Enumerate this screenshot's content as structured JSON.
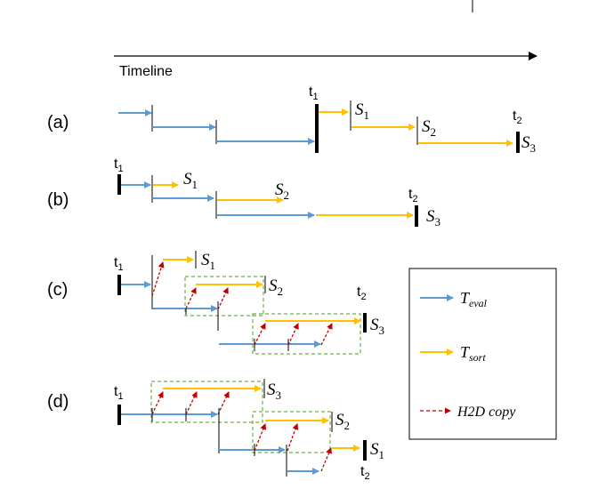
{
  "timeline": {
    "label": "Timeline"
  },
  "panels": {
    "a": {
      "label": "(a)"
    },
    "b": {
      "label": "(b)"
    },
    "c": {
      "label": "(c)"
    },
    "d": {
      "label": "(d)"
    }
  },
  "marks": {
    "t": "t",
    "t1_sub": "1",
    "t2_sub": "2",
    "s": "S",
    "s1_sub": "1",
    "s2_sub": "2",
    "s3_sub": "3"
  },
  "legend": {
    "eval": {
      "main": "T",
      "sub": "eval",
      "color": "#5B9BD5"
    },
    "sort": {
      "main": "T",
      "sub": "sort",
      "color": "#FFC000"
    },
    "copy": {
      "label": "H2D copy",
      "color": "#C00000"
    }
  },
  "box_color": "#70AD47"
}
